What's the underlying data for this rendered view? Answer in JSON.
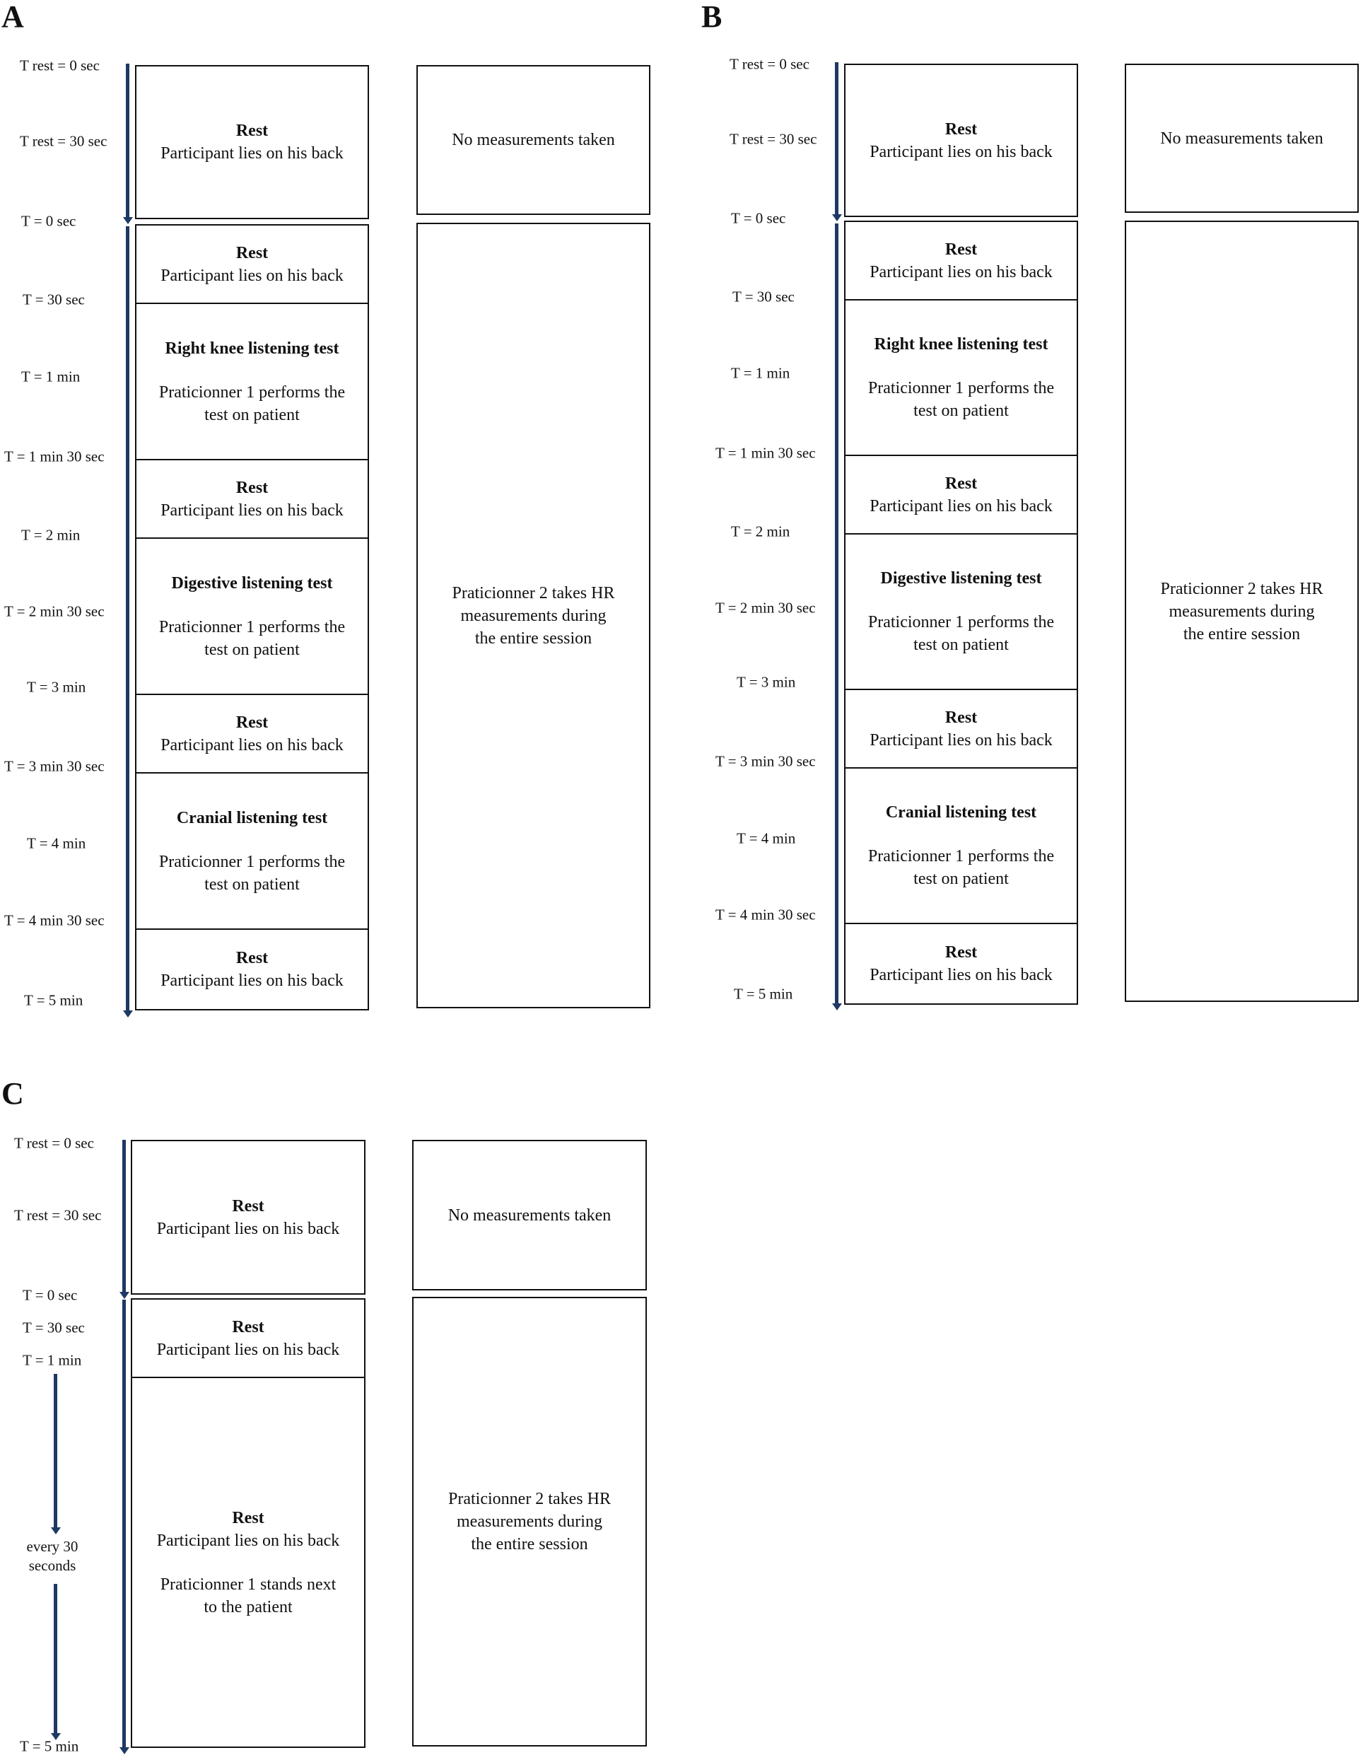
{
  "panels": {
    "A": {
      "letter": "A",
      "t_rest_0": "T rest = 0 sec",
      "t_rest_30": "T rest = 30 sec",
      "times": [
        "T = 0 sec",
        "T = 30 sec",
        "T = 1 min",
        "T = 1 min 30 sec",
        "T = 2 min",
        "T = 2 min 30 sec",
        "T = 3 min",
        "T = 3 min 30 sec",
        "T = 4 min",
        "T = 4 min 30 sec",
        "T = 5 min"
      ],
      "boxes": [
        {
          "title": "Rest",
          "text": "Participant lies on his back"
        },
        {
          "title": "Rest",
          "text": "Participant lies on his back"
        },
        {
          "title": "Right knee listening test",
          "line1": "Praticionner 1 performs the",
          "line2": "test on patient"
        },
        {
          "title": "Rest",
          "text": "Participant lies on his back"
        },
        {
          "title": "Digestive listening test",
          "line1": "Praticionner 1 performs the",
          "line2": "test on patient"
        },
        {
          "title": "Rest",
          "text": "Participant lies on his back"
        },
        {
          "title": "Cranial listening test",
          "line1": "Praticionner 1 performs the",
          "line2": "test on patient"
        },
        {
          "title": "Rest",
          "text": "Participant lies on his back"
        }
      ],
      "meas_top": "No measurements taken",
      "meas_main": [
        "Praticionner 2 takes HR",
        "measurements during",
        "the entire session"
      ]
    },
    "B": {
      "letter": "B",
      "t_rest_0": "T rest = 0 sec",
      "t_rest_30": "T rest = 30 sec",
      "times": [
        "T = 0 sec",
        "T = 30 sec",
        "T = 1 min",
        "T = 1 min 30 sec",
        "T = 2 min",
        "T = 2 min 30 sec",
        "T = 3 min",
        "T = 3 min 30 sec",
        "T = 4 min",
        "T = 4 min 30 sec",
        "T = 5 min"
      ],
      "boxes": [
        {
          "title": "Rest",
          "text": "Participant lies on his back"
        },
        {
          "title": "Rest",
          "text": "Participant lies on his back"
        },
        {
          "title": "Right knee listening test",
          "line1": "Praticionner 1 performs the",
          "line2": "test on patient"
        },
        {
          "title": "Rest",
          "text": "Participant lies on his back"
        },
        {
          "title": "Digestive listening test",
          "line1": "Praticionner 1 performs the",
          "line2": "test on patient"
        },
        {
          "title": "Rest",
          "text": "Participant lies on his back"
        },
        {
          "title": "Cranial listening test",
          "line1": "Praticionner 1 performs the",
          "line2": "test on patient"
        },
        {
          "title": "Rest",
          "text": "Participant lies on his back"
        }
      ],
      "meas_top": "No measurements taken",
      "meas_main": [
        "Praticionner 2 takes HR",
        "measurements during",
        "the entire session"
      ]
    },
    "C": {
      "letter": "C",
      "t_rest_0": "T rest = 0 sec",
      "t_rest_30": "T rest = 30 sec",
      "times": [
        "T = 0 sec",
        "T = 30 sec",
        "T = 1 min",
        "T = 5 min"
      ],
      "every": [
        "every 30",
        "seconds"
      ],
      "boxes": [
        {
          "title": "Rest",
          "text": "Participant lies on his back"
        },
        {
          "title": "Rest",
          "text": "Participant lies on his back"
        },
        {
          "title": "Rest",
          "text": "Participant lies on his back",
          "line1": "Praticionner 1 stands next",
          "line2": "to the patient"
        }
      ],
      "meas_top": "No measurements taken",
      "meas_main": [
        "Praticionner 2 takes HR",
        "measurements during",
        "the entire session"
      ]
    }
  }
}
